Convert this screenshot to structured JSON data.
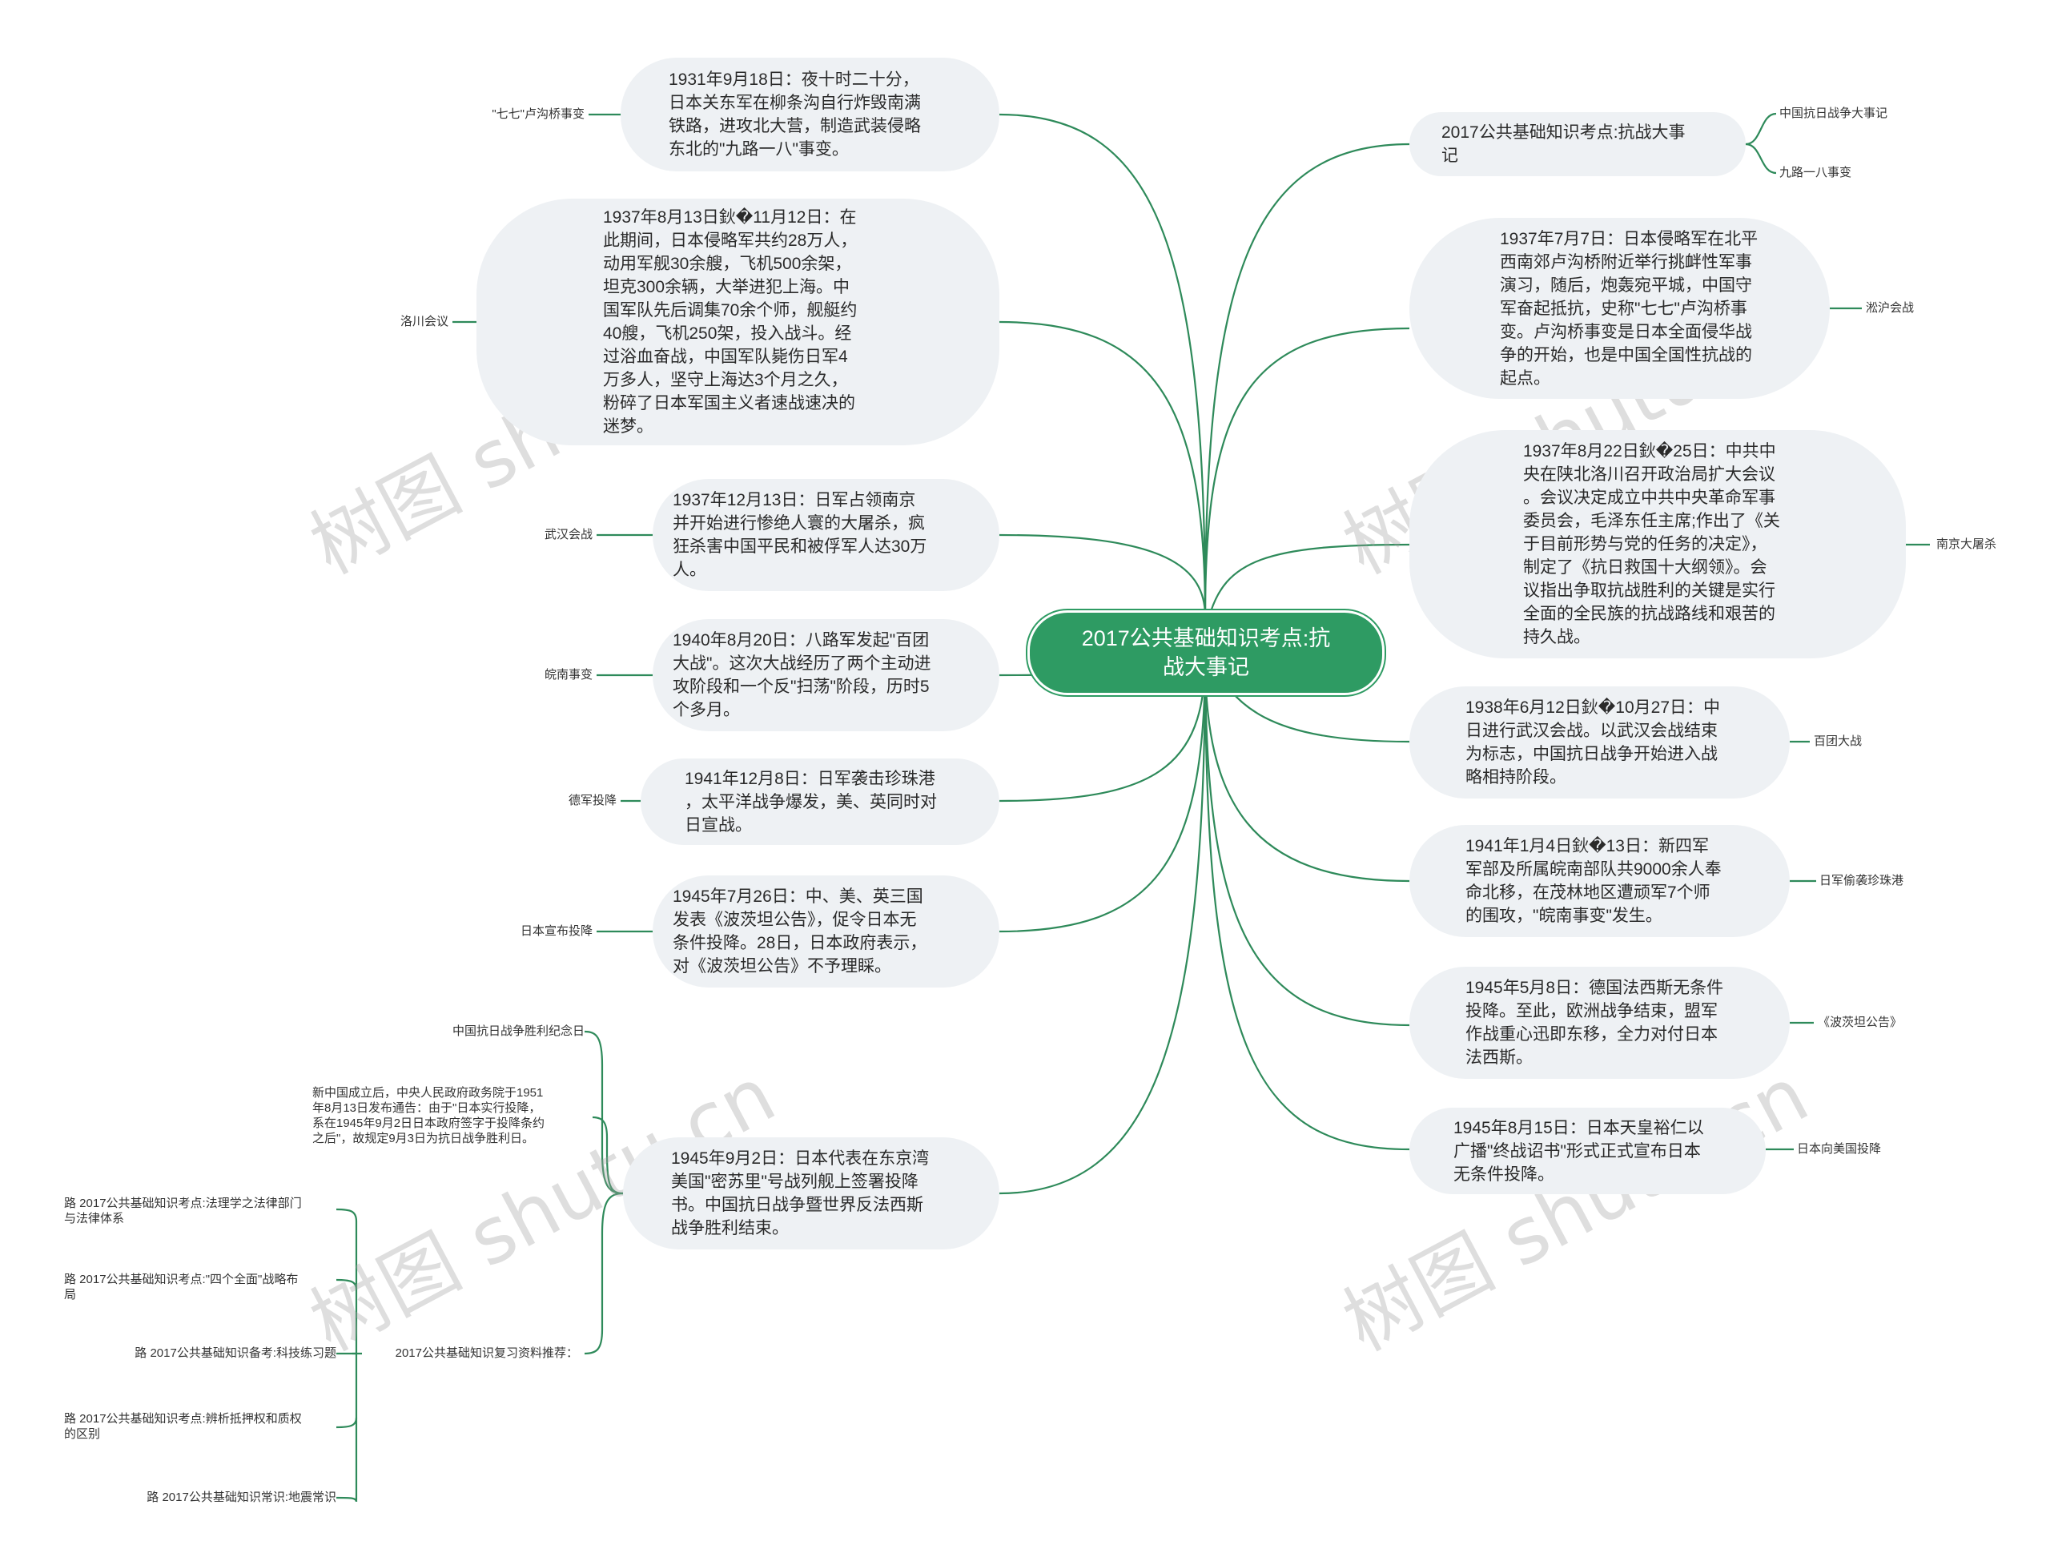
{
  "colors": {
    "accent": "#2e9b63",
    "node_bg": "#eef1f4",
    "line": "#2e8a5a",
    "watermark": "#a0a0a0"
  },
  "watermark_text": "树图 shutu.cn",
  "root": {
    "label": "2017公共基础知识考点:抗\n战大事记"
  },
  "left_nodes": [
    {
      "text": "1931年9月18日：夜十时二十分，\n日本关东军在柳条沟自行炸毁南满\n铁路，进攻北大营，制造武装侵略\n东北的\"九路一八\"事变。",
      "leaf": "\"七七\"卢沟桥事变"
    },
    {
      "text": "1937年8月13日鈥�11月12日：在\n此期间，日本侵略军共约28万人，\n动用军舰30余艘，飞机500余架，\n坦克300余辆，大举进犯上海。中\n国军队先后调集70余个师，舰艇约\n40艘，飞机250架，投入战斗。经\n过浴血奋战，中国军队毙伤日军4\n万多人，坚守上海达3个月之久，\n粉碎了日本军国主义者速战速决的\n迷梦。",
      "leaf": "洛川会议"
    },
    {
      "text": "1937年12月13日：日军占领南京\n并开始进行惨绝人寰的大屠杀，疯\n狂杀害中国平民和被俘军人达30万\n人。",
      "leaf": "武汉会战"
    },
    {
      "text": "1940年8月20日：八路军发起\"百团\n大战\"。这次大战经历了两个主动进\n攻阶段和一个反\"扫荡\"阶段，历时5\n个多月。",
      "leaf": "皖南事变"
    },
    {
      "text": "1941年12月8日：日军袭击珍珠港\n，太平洋战争爆发，美、英同时对\n日宣战。",
      "leaf": "德军投降"
    },
    {
      "text": "1945年7月26日：中、美、英三国\n发表《波茨坦公告》，促令日本无\n条件投降。28日，日本政府表示，\n对《波茨坦公告》不予理睬。",
      "leaf": "日本宣布投降"
    },
    {
      "text": "1945年9月2日：日本代表在东京湾\n美国\"密苏里\"号战列舰上签署投降\n书。中国抗日战争暨世界反法西斯\n战争胜利结束。"
    }
  ],
  "last_left_children": {
    "victory_day": "中国抗日战争胜利纪念日",
    "victory_note": "新中国成立后，中央人民政府政务院于1951\n年8月13日发布通告：由于\"日本实行投降，\n系在1945年9月2日日本政府签字于投降条约\n之后\"，故规定9月3日为抗日战争胜利日。",
    "resources_label": "2017公共基础知识复习资料推荐：",
    "resources": [
      "路 2017公共基础知识考点:法理学之法律部门\n与法律体系",
      "路 2017公共基础知识考点:\"四个全面\"战略布\n局",
      "路 2017公共基础知识备考:科技练习题",
      "路 2017公共基础知识考点:辨析抵押权和质权\n的区别",
      "路 2017公共基础知识常识:地震常识"
    ]
  },
  "right_nodes": [
    {
      "text": "2017公共基础知识考点:抗战大事\n记",
      "leaves": [
        "中国抗日战争大事记",
        "九路一八事变"
      ]
    },
    {
      "text": "1937年7月7日：日本侵略军在北平\n西南郊卢沟桥附近举行挑衅性军事\n演习，随后，炮轰宛平城，中国守\n军奋起抵抗，史称\"七七\"卢沟桥事\n变。卢沟桥事变是日本全面侵华战\n争的开始，也是中国全国性抗战的\n起点。",
      "leaves": [
        "淞沪会战"
      ]
    },
    {
      "text": "1937年8月22日鈥�25日：中共中\n央在陕北洛川召开政治局扩大会议\n。会议决定成立中共中央革命军事\n委员会，毛泽东任主席;作出了《关\n于目前形势与党的任务的决定》，\n制定了《抗日救国十大纲领》。会\n议指出争取抗战胜利的关键是实行\n全面的全民族的抗战路线和艰苦的\n持久战。",
      "leaves": [
        "南京大屠杀"
      ]
    },
    {
      "text": "1938年6月12日鈥�10月27日：中\n日进行武汉会战。以武汉会战结束\n为标志，中国抗日战争开始进入战\n略相持阶段。",
      "leaves": [
        "百团大战"
      ]
    },
    {
      "text": "1941年1月4日鈥�13日：新四军\n军部及所属皖南部队共9000余人奉\n命北移，在茂林地区遭顽军7个师\n的围攻，\"皖南事变\"发生。",
      "leaves": [
        "日军偷袭珍珠港"
      ]
    },
    {
      "text": "1945年5月8日：德国法西斯无条件\n投降。至此，欧洲战争结束，盟军\n作战重心迅即东移，全力对付日本\n法西斯。",
      "leaves": [
        "《波茨坦公告》"
      ]
    },
    {
      "text": "1945年8月15日：日本天皇裕仁以\n广播\"终战诏书\"形式正式宣布日本\n无条件投降。",
      "leaves": [
        "日本向美国投降"
      ]
    }
  ]
}
